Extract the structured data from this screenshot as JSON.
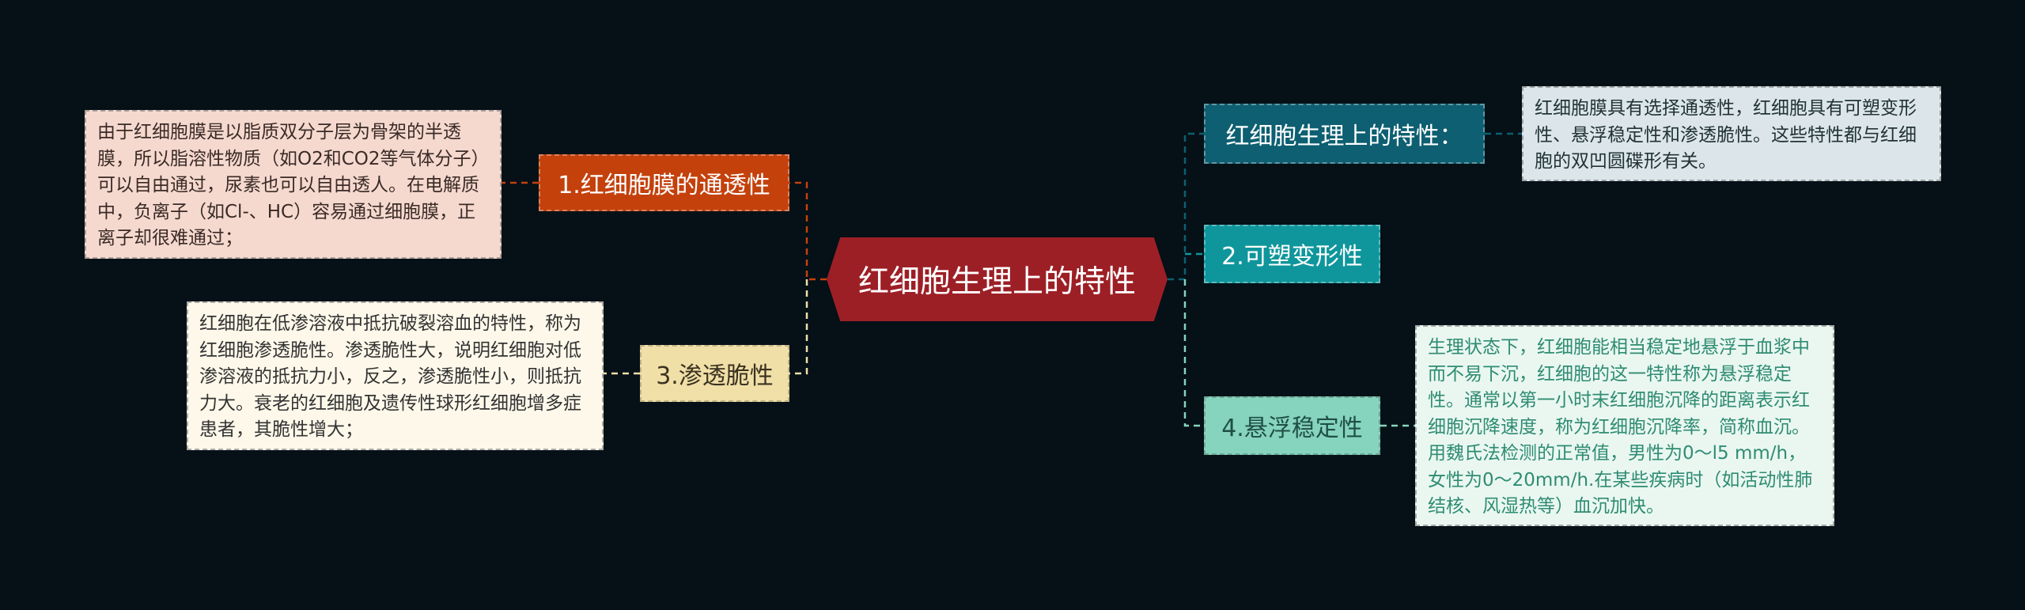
{
  "center": {
    "title": "红细胞生理上的特性"
  },
  "left_branches": [
    {
      "label": "1.红细胞膜的通透性",
      "note": "由于红细胞膜是以脂质双分子层为骨架的半透膜，所以脂溶性物质（如O2和CO2等气体分子）可以自由通过，尿素也可以自由透人。在电解质中，负离子（如Cl-、HC）容易通过细胞膜，正离子却很难通过；"
    },
    {
      "label": "3.渗透脆性",
      "note": "红细胞在低渗溶液中抵抗破裂溶血的特性，称为红细胞渗透脆性。渗透脆性大，说明红细胞对低渗溶液的抵抗力小，反之，渗透脆性小，则抵抗力大。衰老的红细胞及遗传性球形红细胞增多症患者，其脆性增大；"
    }
  ],
  "right_branches": [
    {
      "label": "红细胞生理上的特性：",
      "note": "红细胞膜具有选择通透性，红细胞具有可塑变形性、悬浮稳定性和渗透脆性。这些特性都与红细胞的双凹圆碟形有关。"
    },
    {
      "label": "2.可塑变形性"
    },
    {
      "label": "4.悬浮稳定性",
      "note": "生理状态下，红细胞能相当稳定地悬浮于血浆中而不易下沉，红细胞的这一特性称为悬浮稳定性。通常以第一小时末红细胞沉降的距离表示红细胞沉降速度，称为红细胞沉降率，简称血沉。用魏氏法检测的正常值，男性为0～l5 mm/h，女性为0～20mm/h.在某些疾病时（如活动性肺结核、风湿热等）血沉加快。"
    }
  ],
  "colors": {
    "background": "#051017",
    "center": "#9d1f26",
    "branch1": "#c4410c",
    "branch3": "#f1dfa8",
    "right1": "#0d5f71",
    "right2": "#0f969c",
    "right4": "#86d4bd"
  }
}
